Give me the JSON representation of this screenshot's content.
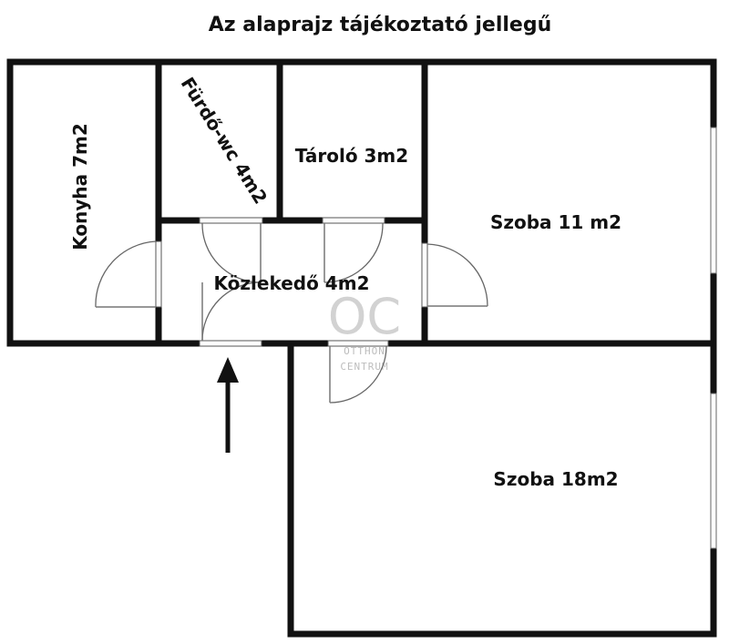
{
  "title": "Az alaprajz tájékoztató jellegű",
  "rooms": {
    "kitchen": "Konyha 7m2",
    "bathroom": "Fürdő-wc 4m2",
    "storage": "Tároló 3m2",
    "hallway": "Közlekedő 4m2",
    "room_small": "Szoba 11 m2",
    "room_large": "Szoba 18m2"
  },
  "watermark": {
    "logo": "OC",
    "line1": "OTTHON",
    "line2": "CENTRUM"
  },
  "colors": {
    "wall": "#111111",
    "background": "#ffffff"
  }
}
